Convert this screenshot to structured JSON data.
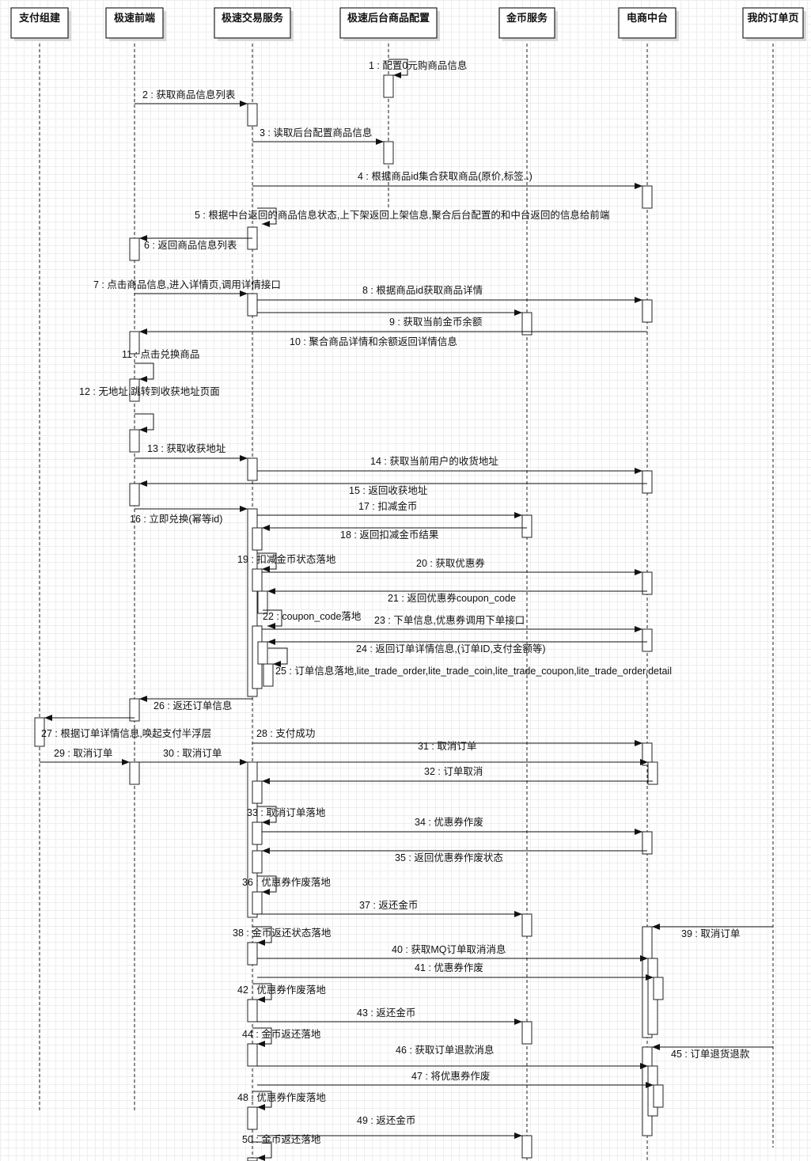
{
  "participants": [
    {
      "id": "pay",
      "label": "支付组建"
    },
    {
      "id": "fe",
      "label": "极速前端"
    },
    {
      "id": "trade",
      "label": "极速交易服务"
    },
    {
      "id": "admin",
      "label": "极速后台商品配置"
    },
    {
      "id": "coin",
      "label": "金币服务"
    },
    {
      "id": "ec",
      "label": "电商中台"
    },
    {
      "id": "order",
      "label": "我的订单页"
    }
  ],
  "messages": [
    {
      "label": "1 : 配置0元购商品信息"
    },
    {
      "label": "2 : 获取商品信息列表"
    },
    {
      "label": "3 : 读取后台配置商品信息"
    },
    {
      "label": "4 : 根据商品id集合获取商品(原价,标签..)"
    },
    {
      "label": "5 : 根据中台返回的商品信息状态,上下架返回上架信息,聚合后台配置的和中台返回的信息给前端"
    },
    {
      "label": "6 : 返回商品信息列表"
    },
    {
      "label": "7 : 点击商品信息,进入详情页,调用详情接口"
    },
    {
      "label": "8 : 根据商品id获取商品详情"
    },
    {
      "label": "9 : 获取当前金币余额"
    },
    {
      "label": "10 : 聚合商品详情和余额返回详情信息"
    },
    {
      "label": "11 : 点击兑换商品"
    },
    {
      "label": "12 : 无地址,跳转到收获地址页面"
    },
    {
      "label": "13 : 获取收获地址"
    },
    {
      "label": "14 : 获取当前用户的收货地址"
    },
    {
      "label": "15 : 返回收获地址"
    },
    {
      "label": "16 : 立即兑换(幂等id)"
    },
    {
      "label": "17 : 扣减金币"
    },
    {
      "label": "18 : 返回扣减金币结果"
    },
    {
      "label": "19 : 扣减金币状态落地"
    },
    {
      "label": "20 : 获取优惠券"
    },
    {
      "label": "21 : 返回优惠券coupon_code"
    },
    {
      "label": "22 : coupon_code落地"
    },
    {
      "label": "23 : 下单信息,优惠券调用下单接口"
    },
    {
      "label": "24 : 返回订单详情信息,(订单ID,支付金额等)"
    },
    {
      "label": "25 : 订单信息落地,lite_trade_order,lite_trade_coin,lite_trade_coupon,lite_trade_order,detail"
    },
    {
      "label": "26 : 返还订单信息"
    },
    {
      "label": "27 : 根据订单详情信息,唤起支付半浮层"
    },
    {
      "label": "28 : 支付成功"
    },
    {
      "label": "29 : 取消订单"
    },
    {
      "label": "30 : 取消订单"
    },
    {
      "label": "31 : 取消订单"
    },
    {
      "label": "32 : 订单取消"
    },
    {
      "label": "33 : 取消订单落地"
    },
    {
      "label": "34 : 优惠券作废"
    },
    {
      "label": "35 : 返回优惠券作废状态"
    },
    {
      "label": "36 : 优惠券作废落地"
    },
    {
      "label": "37 : 返还金币"
    },
    {
      "label": "38 : 金币返还状态落地"
    },
    {
      "label": "39 : 取消订单"
    },
    {
      "label": "40 : 获取MQ订单取消消息"
    },
    {
      "label": "41 : 优惠券作废"
    },
    {
      "label": "42 : 优惠券作废落地"
    },
    {
      "label": "43 : 返还金币"
    },
    {
      "label": "44 : 金币返还落地"
    },
    {
      "label": "45 : 订单退货退款"
    },
    {
      "label": "46 : 获取订单退款消息"
    },
    {
      "label": "47 : 将优惠券作废"
    },
    {
      "label": "48 : 优惠券作废落地"
    },
    {
      "label": "49 : 返还金币"
    },
    {
      "label": "50 : 金币返还落地"
    }
  ]
}
